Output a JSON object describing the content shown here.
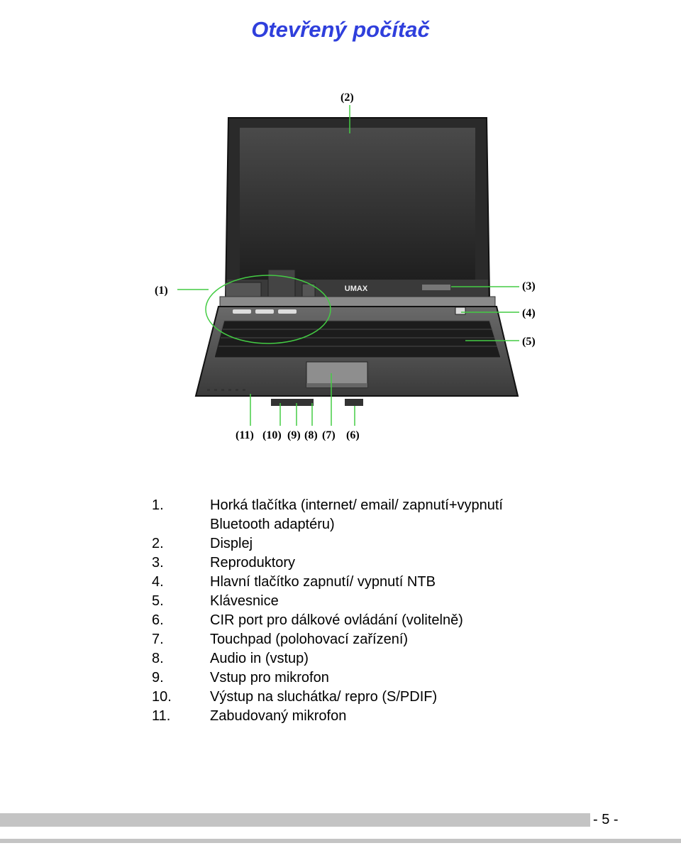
{
  "page": {
    "title": "Otevřený počítač",
    "page_number": "- 5 -"
  },
  "figure": {
    "brand": "UMAX",
    "callouts": [
      "(1)",
      "(2)",
      "(3)",
      "(4)",
      "(5)",
      "(6)",
      "(7)",
      "(8)",
      "(9)",
      "(10)",
      "(11)"
    ]
  },
  "legend": [
    {
      "num": "1.",
      "text": "Horká tlačítka (internet/ email/ zapnutí+vypnutí"
    },
    {
      "num": "",
      "text": "Bluetooth adaptéru)"
    },
    {
      "num": "2.",
      "text": "Displej"
    },
    {
      "num": "3.",
      "text": "Reproduktory"
    },
    {
      "num": "4.",
      "text": "Hlavní tlačítko zapnutí/ vypnutí NTB"
    },
    {
      "num": "5.",
      "text": "Klávesnice"
    },
    {
      "num": "6.",
      "text": "CIR port pro dálkové ovládání (volitelně)"
    },
    {
      "num": "7.",
      "text": "Touchpad (polohovací zařízení)"
    },
    {
      "num": "8.",
      "text": "Audio in (vstup)"
    },
    {
      "num": "9.",
      "text": "Vstup pro mikrofon"
    },
    {
      "num": "10.",
      "text": "Výstup na sluchátka/ repro (S/PDIF)"
    },
    {
      "num": "11.",
      "text": "Zabudovaný mikrofon"
    }
  ]
}
